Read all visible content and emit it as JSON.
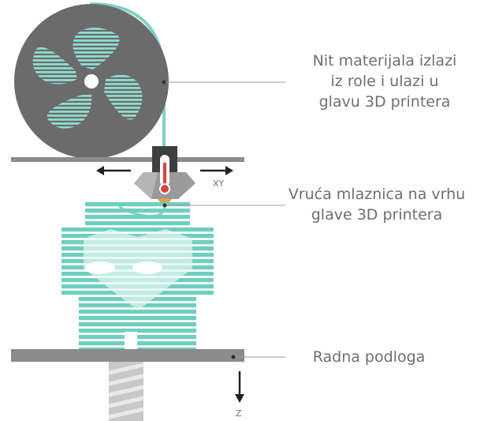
{
  "labels": {
    "filament_line1": "Nit materijala izlazi",
    "filament_line2": "iz role i ulazi u",
    "filament_line3": "glavu 3D printera",
    "nozzle_line1": "Vruća mlaznica na vrhu",
    "nozzle_line2": "glave 3D printera",
    "bed": "Radna podloga"
  },
  "axes": {
    "xy": "XY",
    "z": "Z"
  },
  "colors": {
    "filament": "#7fd1c4",
    "spool": "#6b6b6b",
    "print": "#6fcfbf",
    "rail": "#8c8c8c",
    "thermometer": "#d9443a",
    "nozzle_tip": "#e8a23a",
    "text": "#6f6f6f"
  }
}
